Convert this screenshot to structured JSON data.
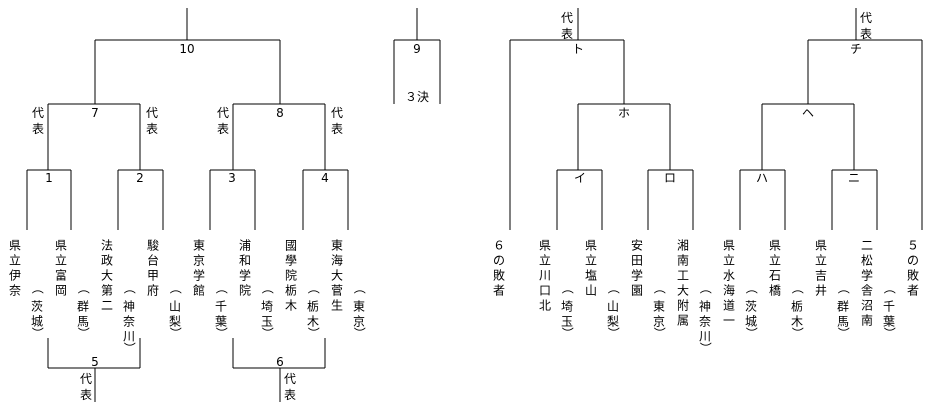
{
  "teams": [
    {
      "name": "県立伊奈",
      "pref": "（茨城）"
    },
    {
      "name": "県立富岡",
      "pref": "（群馬）"
    },
    {
      "name": "法政大第二",
      "pref": "（神奈川）"
    },
    {
      "name": "駿台甲府",
      "pref": "（山梨）"
    },
    {
      "name": "東京学館",
      "pref": "（千葉）"
    },
    {
      "name": "浦和学院",
      "pref": "（埼玉）"
    },
    {
      "name": "國學院栃木",
      "pref": "（栃木）"
    },
    {
      "name": "東海大菅生",
      "pref": "（東京）"
    },
    {
      "name": "６の敗者",
      "pref": ""
    },
    {
      "name": "県立川口北",
      "pref": "（埼玉）"
    },
    {
      "name": "県立塩山",
      "pref": "（山梨）"
    },
    {
      "name": "安田学園",
      "pref": "（東京）"
    },
    {
      "name": "湘南工大附属",
      "pref": "（神奈川）"
    },
    {
      "name": "県立水海道一",
      "pref": "（茨城）"
    },
    {
      "name": "県立石橋",
      "pref": "（栃木）"
    },
    {
      "name": "県立吉井",
      "pref": "（群馬）"
    },
    {
      "name": "二松学舎沼南",
      "pref": "（千葉）"
    },
    {
      "name": "５の敗者",
      "pref": ""
    }
  ],
  "matches": {
    "m1": "1",
    "m2": "2",
    "m3": "3",
    "m4": "4",
    "m5": "5",
    "m6": "6",
    "m7": "7",
    "m8": "8",
    "m9": "9",
    "m10": "10",
    "i": "イ",
    "ro": "ロ",
    "ha": "ハ",
    "ni": "ニ",
    "ho": "ホ",
    "he": "ヘ",
    "to": "ト",
    "chi": "チ"
  },
  "labels": {
    "rep_a": "代",
    "rep_b": "表",
    "third_place": "３決"
  }
}
